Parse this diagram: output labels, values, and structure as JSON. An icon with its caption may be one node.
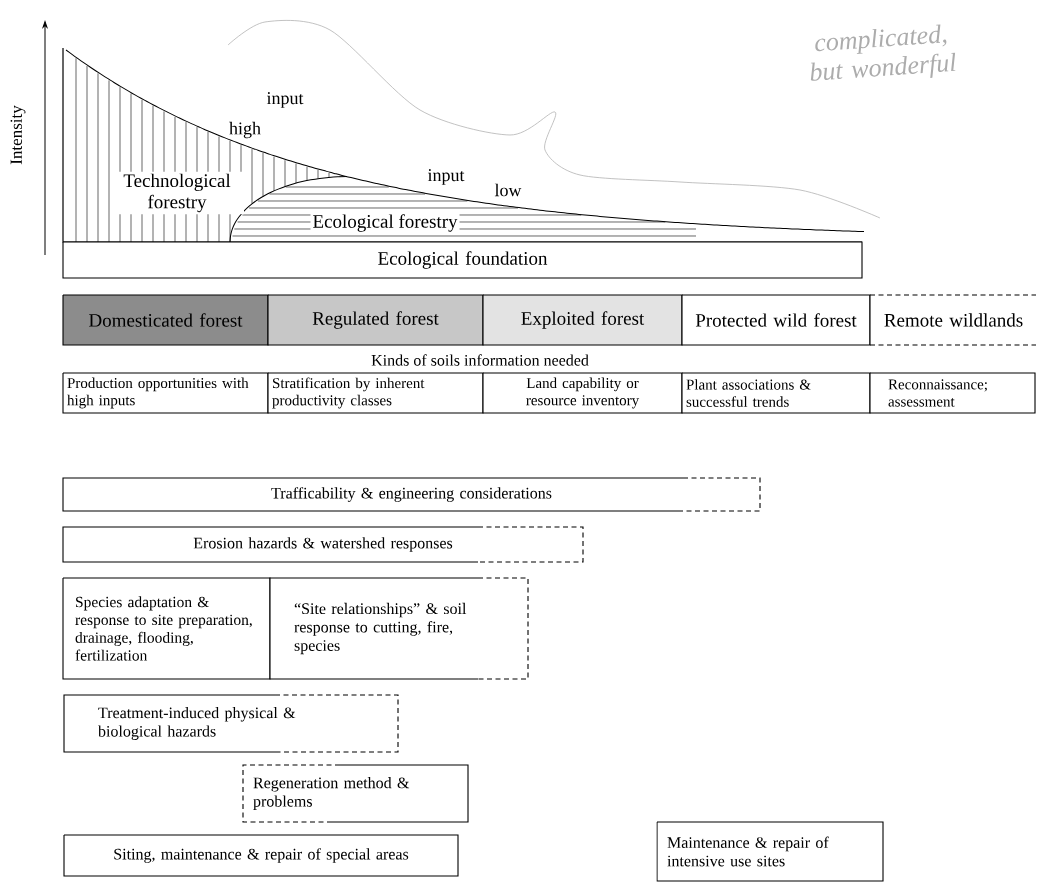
{
  "diagram": {
    "nodes": [
      {
        "text": [
          "Ecological foundation"
        ]
      },
      {
        "text": [
          "Domesticated forest"
        ]
      },
      {
        "text": [
          "Regulated forest"
        ]
      },
      {
        "text": [
          "Exploited forest"
        ]
      },
      {
        "text": [
          "Protected wild forest"
        ]
      },
      {
        "text": [
          "Remote wildlands"
        ]
      },
      {
        "text": [
          "Production opportunities with high inputs"
        ]
      },
      {
        "text": [
          "Stratification by inherent productivity classes"
        ]
      },
      {
        "text": [
          "Land capability or resource inventory"
        ]
      },
      {
        "text": [
          "Plant associations & successful trends"
        ]
      },
      {
        "text": [
          "Reconnaissance; assessment"
        ]
      },
      {
        "text": [
          "Trafficability & engineering considerations"
        ]
      },
      {
        "text": [
          "Erosion hazards & watershed responses"
        ]
      },
      {
        "text": [
          "Species adaptation & response to site preparation, drainage, flooding, fertilization"
        ]
      },
      {
        "text": [
          "“Site relationships” & soil response to cutting, fire, species"
        ]
      },
      {
        "text": [
          "Treatment-induced physical & biological hazards"
        ]
      },
      {
        "text": [
          "Regeneration method & problems"
        ]
      },
      {
        "text": [
          "Siting, maintenance & repair of special areas"
        ]
      },
      {
        "text": [
          "Maintenance & repair of intensive use sites"
        ]
      }
    ],
    "labels": [
      "Intensity",
      "input",
      "high",
      "Technological forestry",
      "input",
      "low",
      "Ecological forestry",
      "complicated, but wonderful",
      "Kinds of soils information needed"
    ]
  }
}
